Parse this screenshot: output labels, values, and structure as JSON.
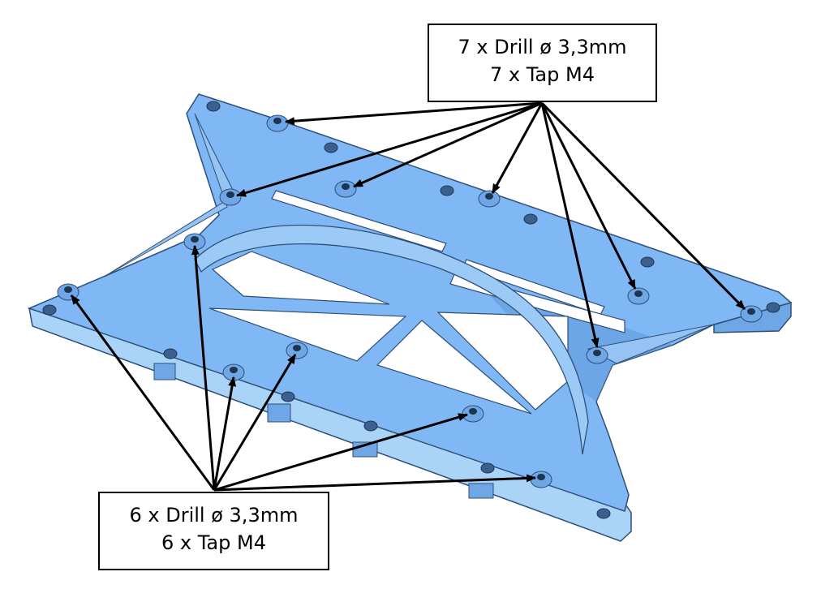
{
  "callouts": {
    "top": {
      "line1": "7 x Drill ø 3,3mm",
      "line2": "7 x Tap M4"
    },
    "bottom": {
      "line1": "6 x Drill ø 3,3mm",
      "line2": "6 x Tap M4"
    }
  },
  "colors": {
    "part_face": "#7fb8f5",
    "part_side": "#a9d3f7",
    "part_dark": "#4f86c7",
    "edge": "#2f4f78",
    "arrow": "#000000"
  }
}
